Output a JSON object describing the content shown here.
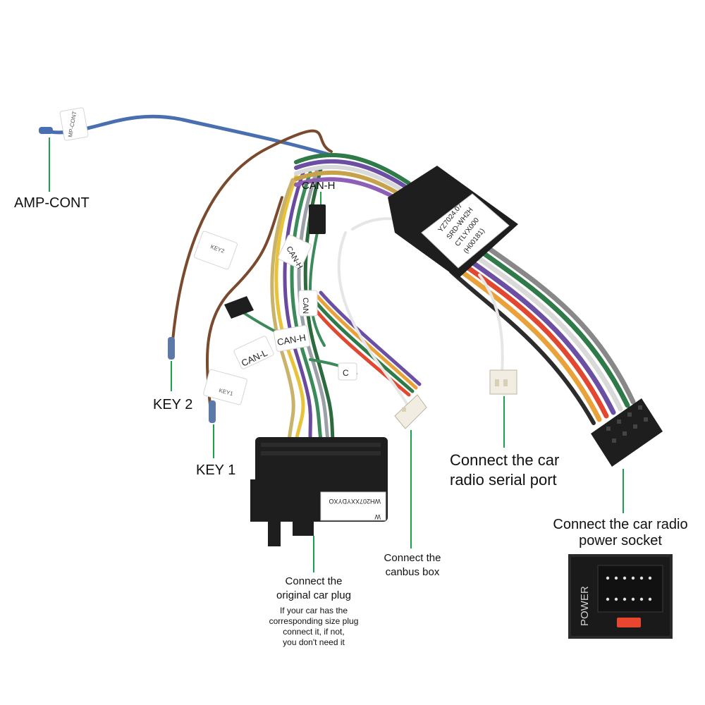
{
  "labels": {
    "amp_cont": "AMP-CONT",
    "key2": "KEY 2",
    "key1": "KEY 1",
    "can_h": "CAN-H",
    "serial_port_line1": "Connect the car",
    "serial_port_line2": "radio  serial port",
    "power_socket_line1": "Connect the car radio",
    "power_socket_line2": "power socket",
    "canbus_line1": "Connect the",
    "canbus_line2": "canbus box",
    "original_plug_line1": "Connect the",
    "original_plug_line2": "original car plug",
    "note_line1": "If your car has the",
    "note_line2": "corresponding size plug",
    "note_line3": "connect it, if not,",
    "note_line4": "you don't need it"
  },
  "tags": {
    "amp_tag": "MP-CONT",
    "key2_tag": "KEY2",
    "key1_tag": "KEY1",
    "can_l_tag": "CAN-L",
    "can_h_tag": "CAN-H",
    "can_h_tag_small": "CAN-H",
    "can_tag_small": "CAN",
    "c_tag": "C",
    "box_line1": "YZ7024.07",
    "box_line2": "SRD-WH2H",
    "box_line3": "CTLYX000",
    "box_line4": "(H00181)",
    "plug_label_line1": "WH207XXYDYXO",
    "plug_label_line2": "W"
  },
  "inset": {
    "power_text": "POWER"
  },
  "colors": {
    "leader_line": "#1aa34a",
    "connector_body": "#1e1e1e",
    "blue_wire": "#4a6fb0",
    "brown_wire": "#7a4a2e"
  }
}
